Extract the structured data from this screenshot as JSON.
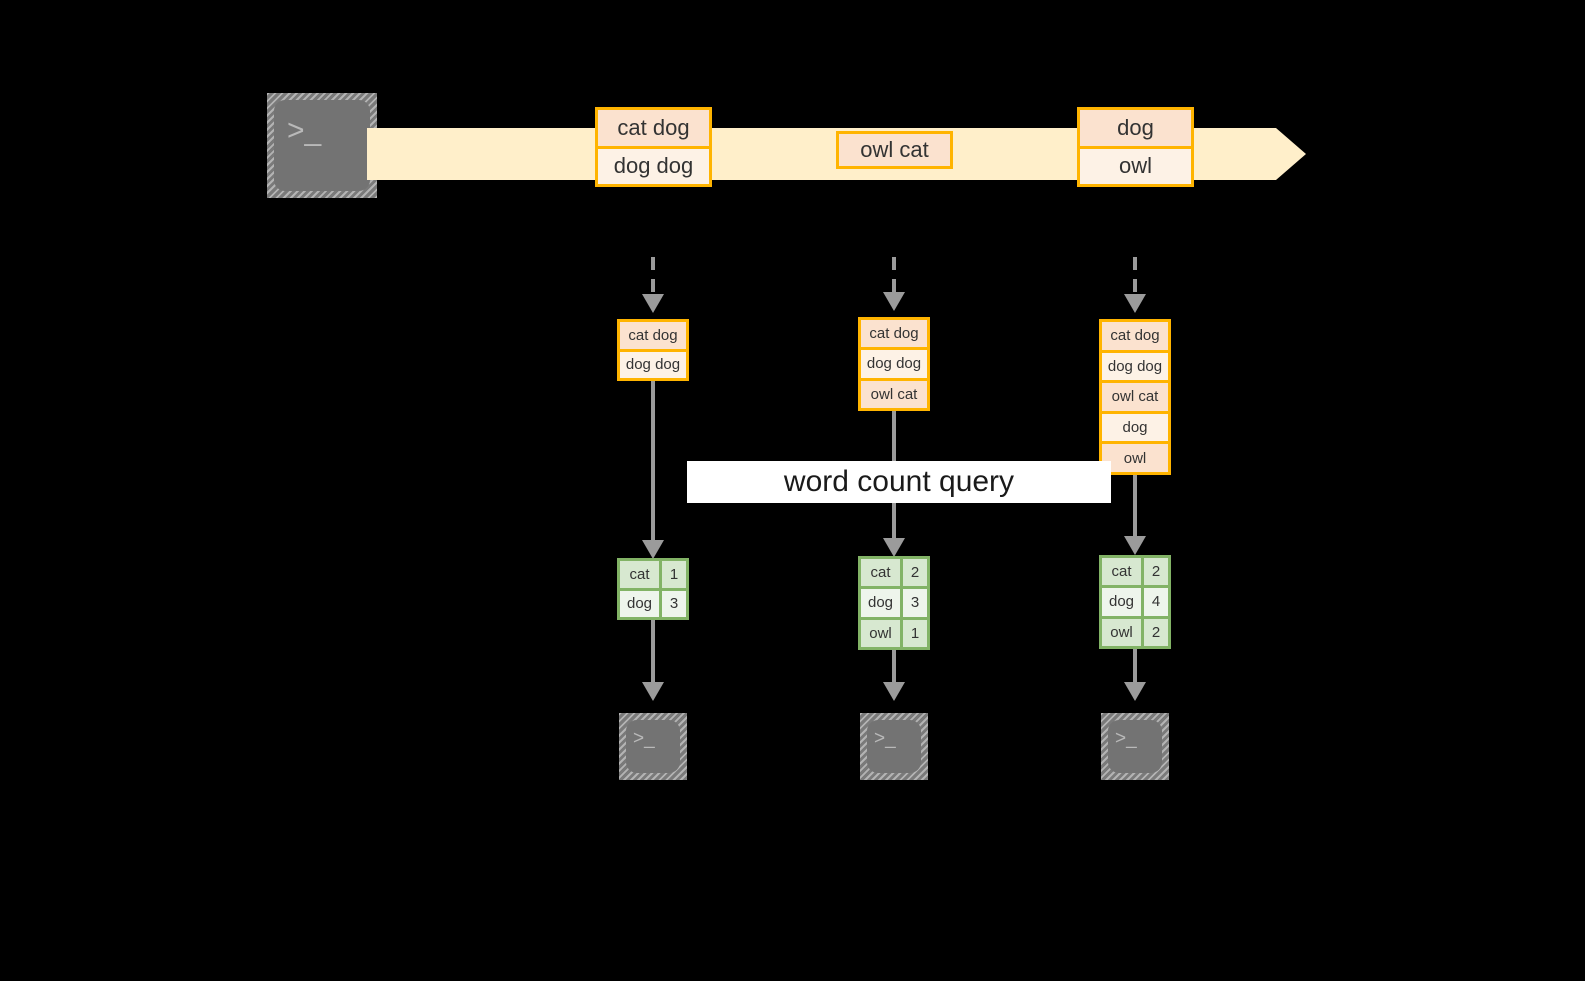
{
  "diagram": {
    "title": "word count streaming query diagram",
    "label_band": {
      "text": "word count query"
    },
    "colors": {
      "background": "#000000",
      "stream_arrow": "#ffefca",
      "box_border_orange": "#ffb400",
      "box_fill_dark": "#fbe2cf",
      "box_fill_light": "#fdf2e6",
      "table_border_green": "#82b366",
      "table_fill_dark": "#d7e8d0",
      "table_fill_light": "#eef5ec",
      "connector_gray": "#9b9b9b",
      "terminal_body": "#737373",
      "label_band_bg": "#ffffff",
      "text": "#333333"
    },
    "source_terminal": {
      "icon": "terminal-icon",
      "prompt": ">_"
    },
    "stream": {
      "batches": [
        {
          "id": "batch-1",
          "lines": [
            "cat dog",
            "dog dog"
          ]
        },
        {
          "id": "batch-2",
          "lines": [
            "owl cat"
          ]
        },
        {
          "id": "batch-3",
          "lines": [
            "dog",
            "owl"
          ]
        }
      ]
    },
    "triggers": [
      {
        "id": "trigger-1",
        "input_table": {
          "lines": [
            "cat dog",
            "dog dog"
          ]
        },
        "result_table": {
          "rows": [
            {
              "word": "cat",
              "count": "1"
            },
            {
              "word": "dog",
              "count": "3"
            }
          ]
        },
        "sink_terminal": {
          "icon": "terminal-icon",
          "prompt": ">_"
        }
      },
      {
        "id": "trigger-2",
        "input_table": {
          "lines": [
            "cat dog",
            "dog dog",
            "owl cat"
          ]
        },
        "result_table": {
          "rows": [
            {
              "word": "cat",
              "count": "2"
            },
            {
              "word": "dog",
              "count": "3"
            },
            {
              "word": "owl",
              "count": "1"
            }
          ]
        },
        "sink_terminal": {
          "icon": "terminal-icon",
          "prompt": ">_"
        }
      },
      {
        "id": "trigger-3",
        "input_table": {
          "lines": [
            "cat dog",
            "dog dog",
            "owl cat",
            "dog",
            "owl"
          ]
        },
        "result_table": {
          "rows": [
            {
              "word": "cat",
              "count": "2"
            },
            {
              "word": "dog",
              "count": "4"
            },
            {
              "word": "owl",
              "count": "2"
            }
          ]
        },
        "sink_terminal": {
          "icon": "terminal-icon",
          "prompt": ">_"
        }
      }
    ]
  }
}
